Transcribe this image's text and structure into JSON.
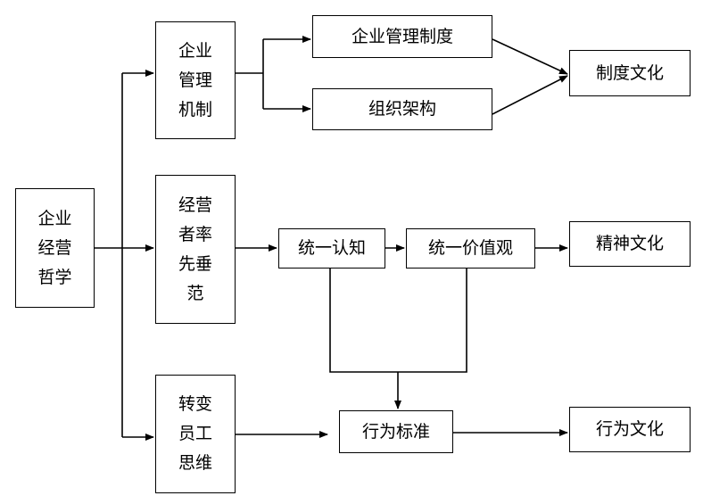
{
  "nodes": {
    "philosophy": [
      "企业",
      "经营",
      "哲学"
    ],
    "mgmt_mechanism": [
      "企业",
      "管理",
      "机制"
    ],
    "leader_example": [
      "经营",
      "者率",
      "先垂",
      "范"
    ],
    "employee_thinking": [
      "转变",
      "员工",
      "思维"
    ],
    "mgmt_system": "企业管理制度",
    "org_structure": "组织架构",
    "system_culture": "制度文化",
    "unified_cognition": "统一认知",
    "unified_values": "统一价值观",
    "spiritual_culture": "精神文化",
    "behavior_standard": "行为标准",
    "behavior_culture": "行为文化"
  }
}
